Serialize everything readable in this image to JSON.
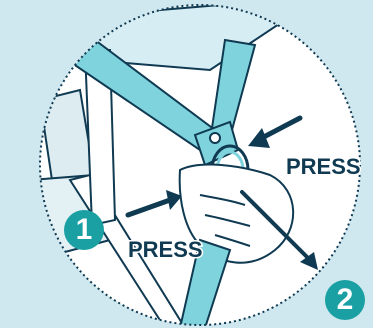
{
  "labels": {
    "press_upper": "PRESS",
    "press_lower": "PRESS"
  },
  "steps": {
    "first": "1",
    "second": "2"
  },
  "colors": {
    "background": "#cfe7ef",
    "circle_fill": "#ffffff",
    "strap": "#7fd3dc",
    "outline": "#0f3a52",
    "accent": "#1aa0a3"
  }
}
